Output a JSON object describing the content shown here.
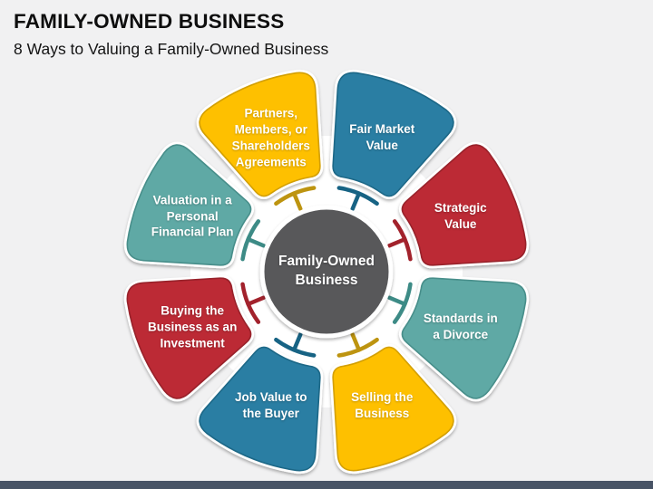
{
  "header": {
    "title": "FAMILY-OWNED BUSINESS",
    "subtitle": "8 Ways to Valuing a Family-Owned Business"
  },
  "center": {
    "label": "Family-Owned\nBusiness",
    "fill": "#58585A"
  },
  "colors": {
    "background": "#F1F1F2",
    "inner_disc": "#FFFFFF",
    "footer_bar": "#475365",
    "title_text": "#0E0E0E",
    "petal_text": "#FFFFFF"
  },
  "diagram": {
    "segments": [
      {
        "id": "fair-market-value",
        "label": "Fair Market\nValue",
        "angle": 22.5,
        "fill": "#2A7EA3",
        "border": "#1E6787",
        "connector": "#176384"
      },
      {
        "id": "strategic-value",
        "label": "Strategic\nValue",
        "angle": 67.5,
        "fill": "#BC2A34",
        "border": "#98202A",
        "connector": "#A2222C"
      },
      {
        "id": "standards-in-a-divorce",
        "label": "Standards in\na Divorce",
        "angle": 112.5,
        "fill": "#5FA9A5",
        "border": "#478E8A",
        "connector": "#3D8B86"
      },
      {
        "id": "selling-the-business",
        "label": "Selling the\nBusiness",
        "angle": 157.5,
        "fill": "#FEC006",
        "border": "#D39F04",
        "connector": "#BD9410"
      },
      {
        "id": "job-value-to-the-buyer",
        "label": "Job Value to\nthe Buyer",
        "angle": 202.5,
        "fill": "#2A7EA3",
        "border": "#1E6787",
        "connector": "#176384"
      },
      {
        "id": "buying-the-business-as-an-investment",
        "label": "Buying the\nBusiness as an\nInvestment",
        "angle": 247.5,
        "fill": "#BC2A34",
        "border": "#98202A",
        "connector": "#A2222C"
      },
      {
        "id": "valuation-in-a-personal-financial-plan",
        "label": "Valuation in a\nPersonal\nFinancial Plan",
        "angle": 292.5,
        "fill": "#5FA9A5",
        "border": "#478E8A",
        "connector": "#3D8B86"
      },
      {
        "id": "partners-members-or-shareholders-agreements",
        "label": "Partners,\nMembers, or\nShareholders\nAgreements",
        "angle": 337.5,
        "fill": "#FEC006",
        "border": "#D39F04",
        "connector": "#BD9410"
      }
    ]
  }
}
